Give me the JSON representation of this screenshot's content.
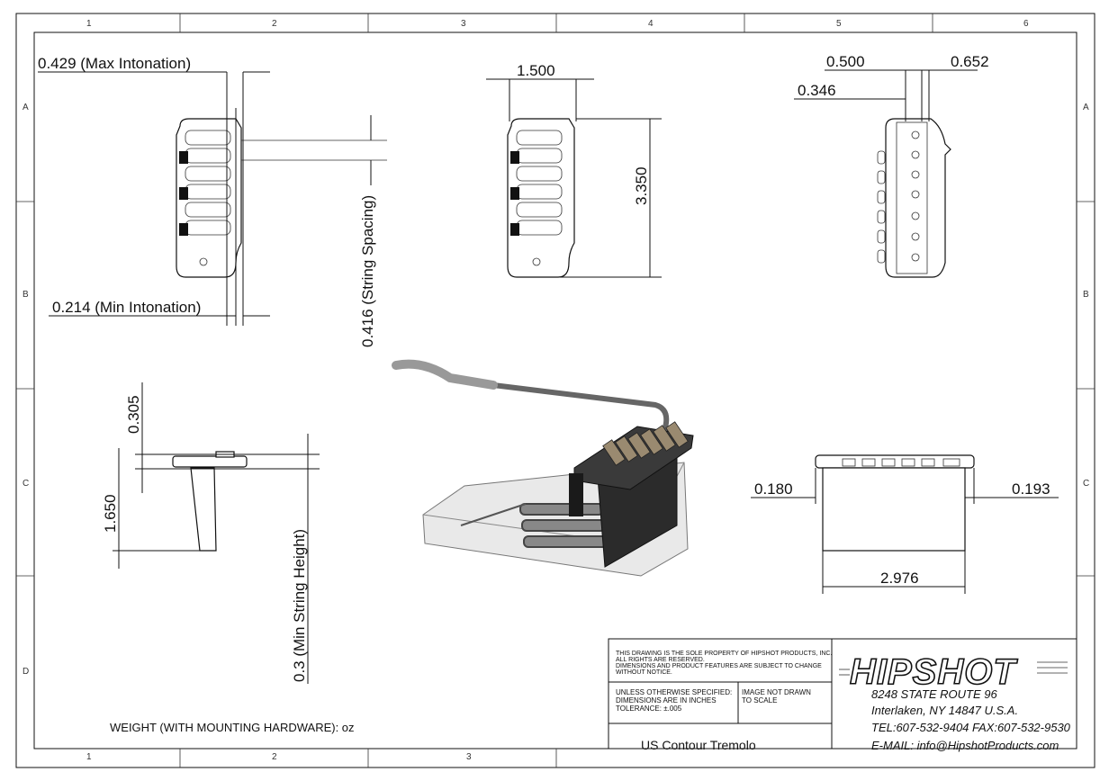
{
  "zones": {
    "top": [
      "1",
      "2",
      "3",
      "4",
      "5",
      "6"
    ],
    "bottom": [
      "1",
      "2",
      "3"
    ],
    "side": [
      "A",
      "B",
      "C",
      "D"
    ]
  },
  "dimensions": {
    "max_intonation": "0.429 (Max Intonation)",
    "min_intonation": "0.214 (Min Intonation)",
    "string_spacing": "0.416 (String Spacing)",
    "width_1500": "1.500",
    "length_3350": "3.350",
    "d_0500": "0.500",
    "d_0652": "0.652",
    "d_0346": "0.346",
    "d_0305": "0.305",
    "d_1650": "1.650",
    "min_string_height": "0.3 (Min String Height)",
    "d_0180": "0.180",
    "d_0193": "0.193",
    "d_2976": "2.976"
  },
  "weight_label": "WEIGHT (WITH MOUNTING HARDWARE): oz",
  "title_block": {
    "notice_lines": [
      "THIS DRAWING IS THE SOLE PROPERTY OF HIPSHOT PRODUCTS, INC.",
      "ALL RIGHTS ARE RESERVED.",
      "DIMENSIONS AND PRODUCT FEATURES ARE SUBJECT TO CHANGE",
      "WITHOUT NOTICE."
    ],
    "spec_lines": [
      "UNLESS OTHERWISE SPECIFIED:",
      "DIMENSIONS ARE IN INCHES",
      "TOLERANCE: ±.005"
    ],
    "scale_lines": [
      "IMAGE NOT DRAWN",
      "TO SCALE"
    ],
    "part_name": "US Contour Tremolo",
    "logo": "HIPSHOT",
    "address": [
      "8248 STATE ROUTE 96",
      "Interlaken, NY 14847 U.S.A.",
      "TEL:607-532-9404 FAX:607-532-9530",
      "E-MAIL: info@HipshotProducts.com"
    ]
  }
}
